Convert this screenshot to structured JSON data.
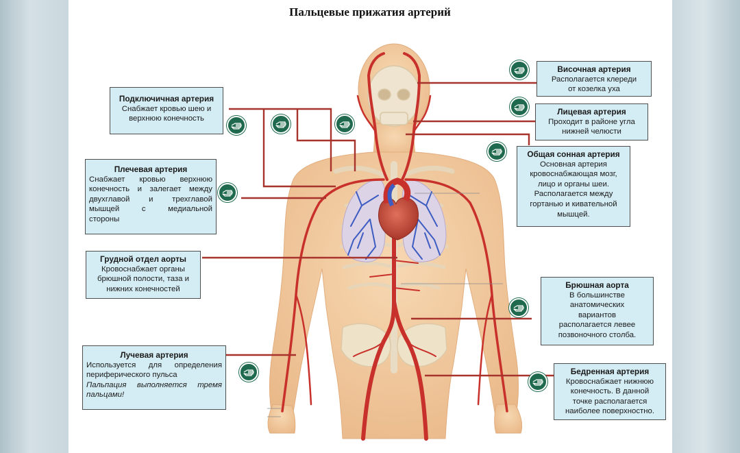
{
  "title": "Пальцевые прижатия артерий",
  "labels": {
    "subclavian": {
      "heading": "Подключичная артерия",
      "lines": [
        "Снабжает кровью шею и",
        "верхнюю конечность"
      ]
    },
    "brachial": {
      "heading": "Плечевая артерия",
      "lines": [
        "Снабжает кровью верхнюю",
        "конечность и залегает между",
        "двухглавой и трехглавой",
        "мышцей с медиальной",
        "стороны"
      ]
    },
    "thoracic_aorta": {
      "heading": "Грудной отдел аорты",
      "lines": [
        "Кровоснабжает органы",
        "брюшной полости, таза и",
        "нижних конечностей"
      ]
    },
    "radial": {
      "heading": "Лучевая артерия",
      "lines": [
        "Используется для определения",
        "периферического пульса"
      ],
      "note_lines": [
        "Пальпация выполняется тремя",
        "пальцами!"
      ]
    },
    "temporal": {
      "heading": "Височная артерия",
      "lines": [
        "Располагается клереди",
        "от козелка уха"
      ]
    },
    "facial": {
      "heading": "Лицевая артерия",
      "lines": [
        "Проходит в районе угла",
        "нижней челюсти"
      ]
    },
    "carotid": {
      "heading": "Общая сонная артерия",
      "lines": [
        "Основная артерия",
        "кровоснабжающая мозг,",
        "лицо и органы шеи.",
        "Располагается между",
        "гортанью и кивательной",
        "мышцей."
      ]
    },
    "abdominal_aorta": {
      "heading": "Брюшная аорта",
      "lines": [
        "В большинстве",
        "анатомических",
        "вариантов",
        "располагается левее",
        "позвоночного столба."
      ]
    },
    "femoral": {
      "heading": "Бедренная артерия",
      "lines": [
        "Кровоснабжает нижнюю",
        "конечность. В данной",
        "точке располагается",
        "наиболее поверхностно."
      ]
    }
  },
  "icon": "pressing-hand-icon",
  "colors": {
    "artery": "#c8302b",
    "vein": "#3d5cc2",
    "skin": "#f1c79b",
    "bone": "#ede0c8",
    "callout_fill": "#d4ecf3",
    "badge": "#1f6a4e"
  }
}
